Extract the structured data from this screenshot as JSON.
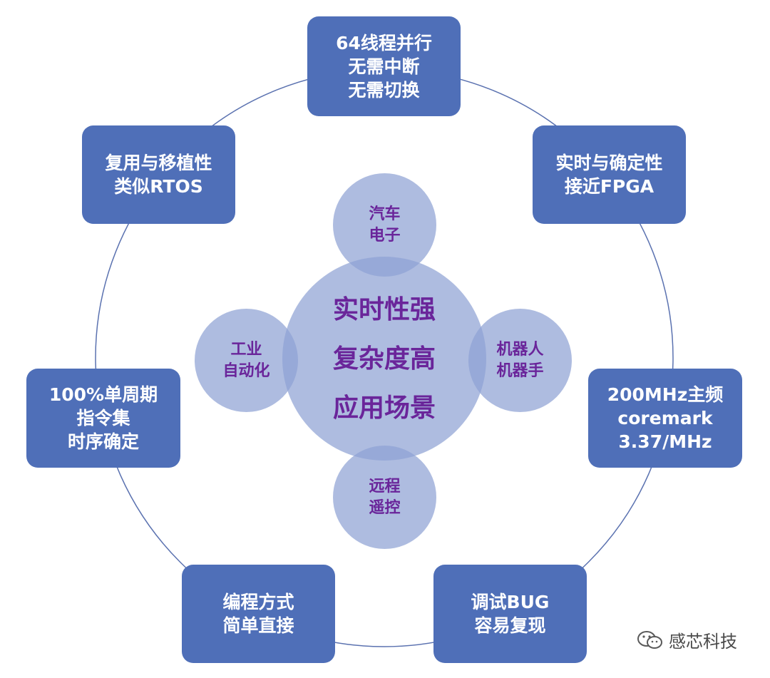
{
  "center": {
    "lines": [
      "实时性强",
      "复杂度高",
      "应用场景"
    ]
  },
  "domains": {
    "top": {
      "lines": [
        "汽车",
        "电子"
      ]
    },
    "left": {
      "lines": [
        "工业",
        "自动化"
      ]
    },
    "right": {
      "lines": [
        "机器人",
        "机器手"
      ]
    },
    "bottom": {
      "lines": [
        "远程",
        "遥控"
      ]
    }
  },
  "features": {
    "top": {
      "lines": [
        "64线程并行",
        "无需中断",
        "无需切换"
      ]
    },
    "top_right": {
      "lines": [
        "实时与确定性",
        "接近FPGA"
      ]
    },
    "right": {
      "lines": [
        "200MHz主频",
        "coremark",
        "3.37/MHz"
      ]
    },
    "bottom_right": {
      "lines": [
        "调试BUG",
        "容易复现"
      ]
    },
    "bottom_left": {
      "lines": [
        "编程方式",
        "简单直接"
      ]
    },
    "left": {
      "lines": [
        "100%单周期",
        "指令集",
        "时序确定"
      ]
    },
    "top_left": {
      "lines": [
        "复用与移植性",
        "类似RTOS"
      ]
    }
  },
  "watermark": {
    "text": "感芯科技",
    "icon": "wechat-icon"
  },
  "colors": {
    "box_fill": "#4f6fb8",
    "circle_fill": "#8fa2d4",
    "circle_text": "#6a259a",
    "ring_line": "#5b72b0"
  }
}
